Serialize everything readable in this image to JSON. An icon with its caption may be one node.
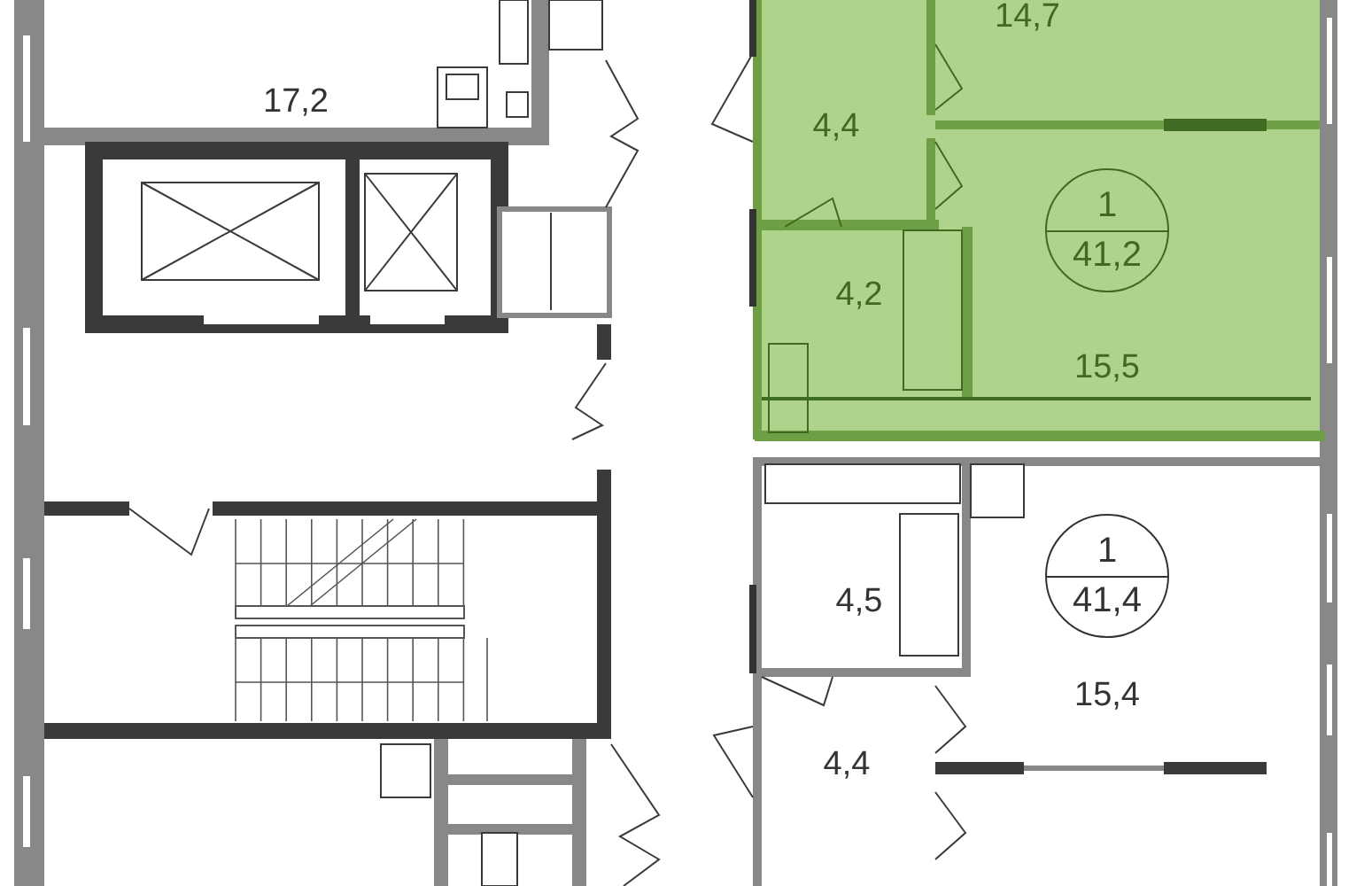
{
  "diagram": {
    "nodes": [
      {
        "text": [
          "1",
          "41,2"
        ]
      },
      {
        "text": [
          "1",
          "41,4"
        ]
      }
    ],
    "labels": [
      "14,7",
      "17,2",
      "4,4",
      "4,2",
      "15,5",
      "4,5",
      "15,4",
      "4,4"
    ]
  }
}
